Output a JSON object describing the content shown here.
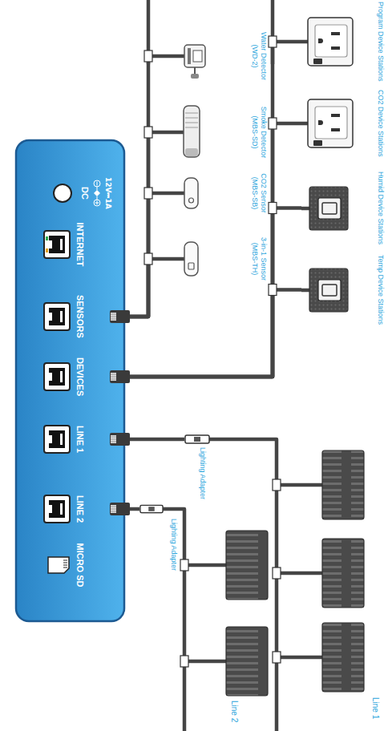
{
  "diagram": {
    "nodes": [
      {
        "text": [
          "Water Detector (WD-2)"
        ]
      },
      {
        "text": [
          "Smoke Detector (MBS-SD)"
        ]
      },
      {
        "text": [
          "CO2 Sensor (MBS-SB)"
        ]
      },
      {
        "text": [
          "3-in-1 Sensor (MBS-TH)"
        ]
      },
      {
        "text": [
          "Program Device Stations"
        ]
      },
      {
        "text": [
          "CO2 Device Stations"
        ]
      },
      {
        "text": [
          "Humid Device Stations"
        ]
      },
      {
        "text": [
          "Temp Device Stations"
        ]
      },
      {
        "text": [
          "12V⎓1A",
          "DC"
        ]
      },
      {
        "text": [
          "INTERNET"
        ]
      },
      {
        "text": [
          "SENSORS"
        ]
      },
      {
        "text": [
          "DEVICES"
        ]
      },
      {
        "text": [
          "LINE 1"
        ]
      },
      {
        "text": [
          "LINE 2"
        ]
      },
      {
        "text": [
          "MICRO SD"
        ]
      },
      {
        "text": [
          "Lighting Adapter"
        ]
      },
      {
        "text": [
          "Lighting Adapter"
        ]
      }
    ],
    "edges": [
      {
        "from": 10,
        "to": 0,
        "arrow": "none"
      },
      {
        "from": 10,
        "to": 1,
        "arrow": "none"
      },
      {
        "from": 10,
        "to": 2,
        "arrow": "none"
      },
      {
        "from": 10,
        "to": 3,
        "arrow": "none"
      },
      {
        "from": 11,
        "to": 4,
        "arrow": "none"
      },
      {
        "from": 11,
        "to": 5,
        "arrow": "none"
      },
      {
        "from": 11,
        "to": 6,
        "arrow": "none"
      },
      {
        "from": 11,
        "to": 7,
        "arrow": "none"
      },
      {
        "from": 12,
        "to": 15,
        "arrow": "none"
      },
      {
        "from": 13,
        "to": 16,
        "arrow": "none"
      }
    ],
    "labels": [
      "Line 1",
      "Line 2"
    ]
  }
}
